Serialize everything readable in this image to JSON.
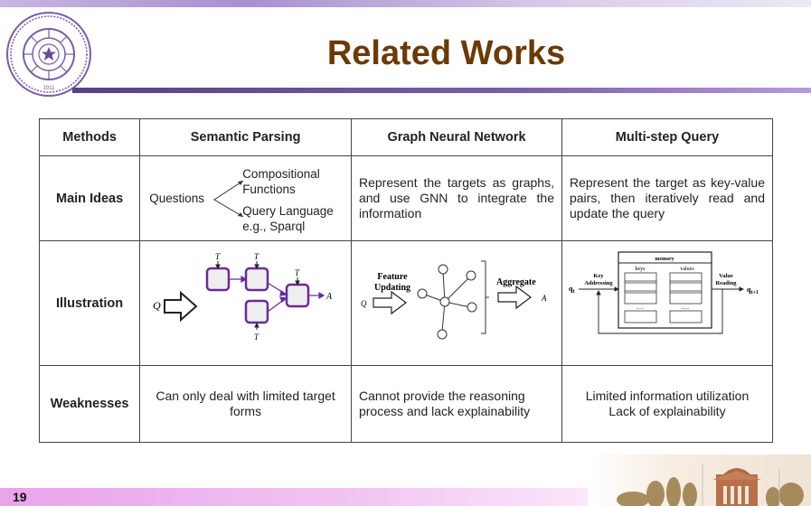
{
  "header": {
    "title": "Related Works",
    "logo": "tsinghua-university-seal-icon",
    "logo_text": "TSINGHUA UNIVERSITY 1911"
  },
  "table": {
    "headers": [
      "Methods",
      "Semantic Parsing",
      "Graph Neural Network",
      "Multi-step Query"
    ],
    "rows": {
      "main_ideas": {
        "label": "Main Ideas",
        "semantic_parsing": {
          "source": "Questions",
          "branch1": "Compositional Functions",
          "branch1_line1": "Compositional",
          "branch1_line2": "Functions",
          "branch2_line1": "Query Language",
          "branch2_line2": "e.g., Sparql"
        },
        "gnn": "Represent the targets as graphs, and use GNN to integrate the information",
        "multistep": "Represent the target as key-value pairs, then iteratively read and update the query"
      },
      "illustration": {
        "label": "Illustration",
        "semantic_parsing": {
          "input": "Q",
          "output": "A",
          "module_label": "T"
        },
        "gnn": {
          "input": "Q",
          "output": "A",
          "feature_label": "Feature Updating",
          "feature_l1": "Feature",
          "feature_l2": "Updating",
          "aggregate_label": "Aggregate"
        },
        "multistep": {
          "memory": "memory",
          "keys": "keys",
          "values": "values",
          "key_addr_l1": "Key",
          "key_addr_l2": "Addressing",
          "value_read_l1": "Value",
          "value_read_l2": "Reading",
          "q_in": "q",
          "q_in_sub": "t",
          "q_out": "q",
          "q_out_sub": "t+1",
          "dots": "......"
        }
      },
      "weaknesses": {
        "label": "Weaknesses",
        "semantic_parsing": "Can only deal with limited target forms",
        "gnn_l1": "Cannot provide the reasoning",
        "gnn_l2": "process and lack explainability",
        "multistep_l1": "Limited information utilization",
        "multistep_l2": "Lack of explainability"
      }
    }
  },
  "footer": {
    "page_number": "19",
    "image": "campus-building-photo"
  }
}
